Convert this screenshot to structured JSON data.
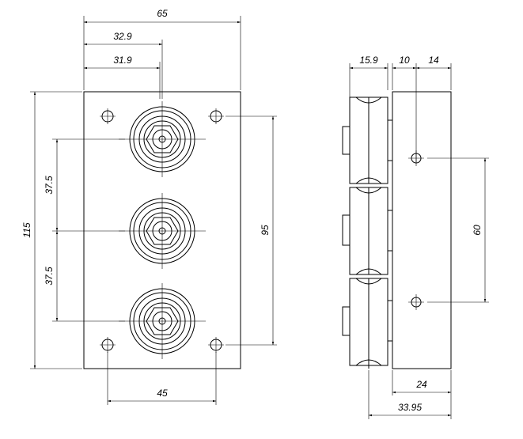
{
  "front_view": {
    "dimensions": {
      "overall_width": "65",
      "offset_outer": "32.9",
      "offset_inner": "31.9",
      "overall_height": "115",
      "pitch_upper": "37.5",
      "pitch_lower": "37.5",
      "hole_vertical_spacing": "95",
      "hole_horizontal_spacing": "45"
    }
  },
  "side_view": {
    "dimensions": {
      "roller_width": "15.9",
      "gap": "10",
      "hole_offset": "14",
      "hole_spacing": "60",
      "plate_thickness": "24",
      "overall_depth": "33.95"
    }
  }
}
